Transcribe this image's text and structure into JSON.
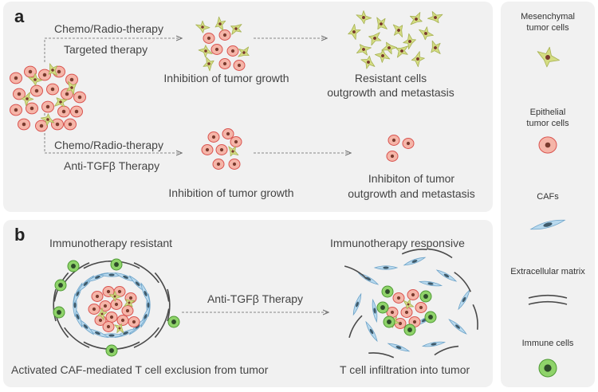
{
  "panel_a": {
    "letter": "a",
    "top_branch": {
      "label_line1": "Chemo/Radio-therapy",
      "label_line2": "Targeted therapy",
      "step1": "Inhibition of tumor growth",
      "step2_line1": "Resistant cells",
      "step2_line2": "outgrowth and metastasis"
    },
    "bottom_branch": {
      "label_line1": "Chemo/Radio-therapy",
      "label_line2": "Anti-TGFβ Therapy",
      "step1": "Inhibition of tumor growth",
      "step2_line1": "Inhibiton of tumor",
      "step2_line2": "outgrowth and metastasis"
    }
  },
  "panel_b": {
    "letter": "b",
    "left_title": "Immunotherapy resistant",
    "right_title": "Immunotherapy responsive",
    "arrow_label": "Anti-TGFβ Therapy",
    "left_caption": "Activated CAF-mediated T cell exclusion from tumor",
    "right_caption": "T cell infiltration into tumor"
  },
  "legend": {
    "mesenchymal_line1": "Mesenchymal",
    "mesenchymal_line2": "tumor cells",
    "epithelial_line1": "Epithelial",
    "epithelial_line2": "tumor cells",
    "cafs": "CAFs",
    "ecm": "Extracellular matrix",
    "immune": "Immune cells"
  },
  "colors": {
    "epithelial_fill": "#f5b5a8",
    "epithelial_stroke": "#d9534f",
    "mesenchymal_fill": "#d4dc82",
    "caf_fill": "#b8d9ee",
    "immune_fill": "#8fd36a",
    "nucleus": "#7a3b2e"
  }
}
